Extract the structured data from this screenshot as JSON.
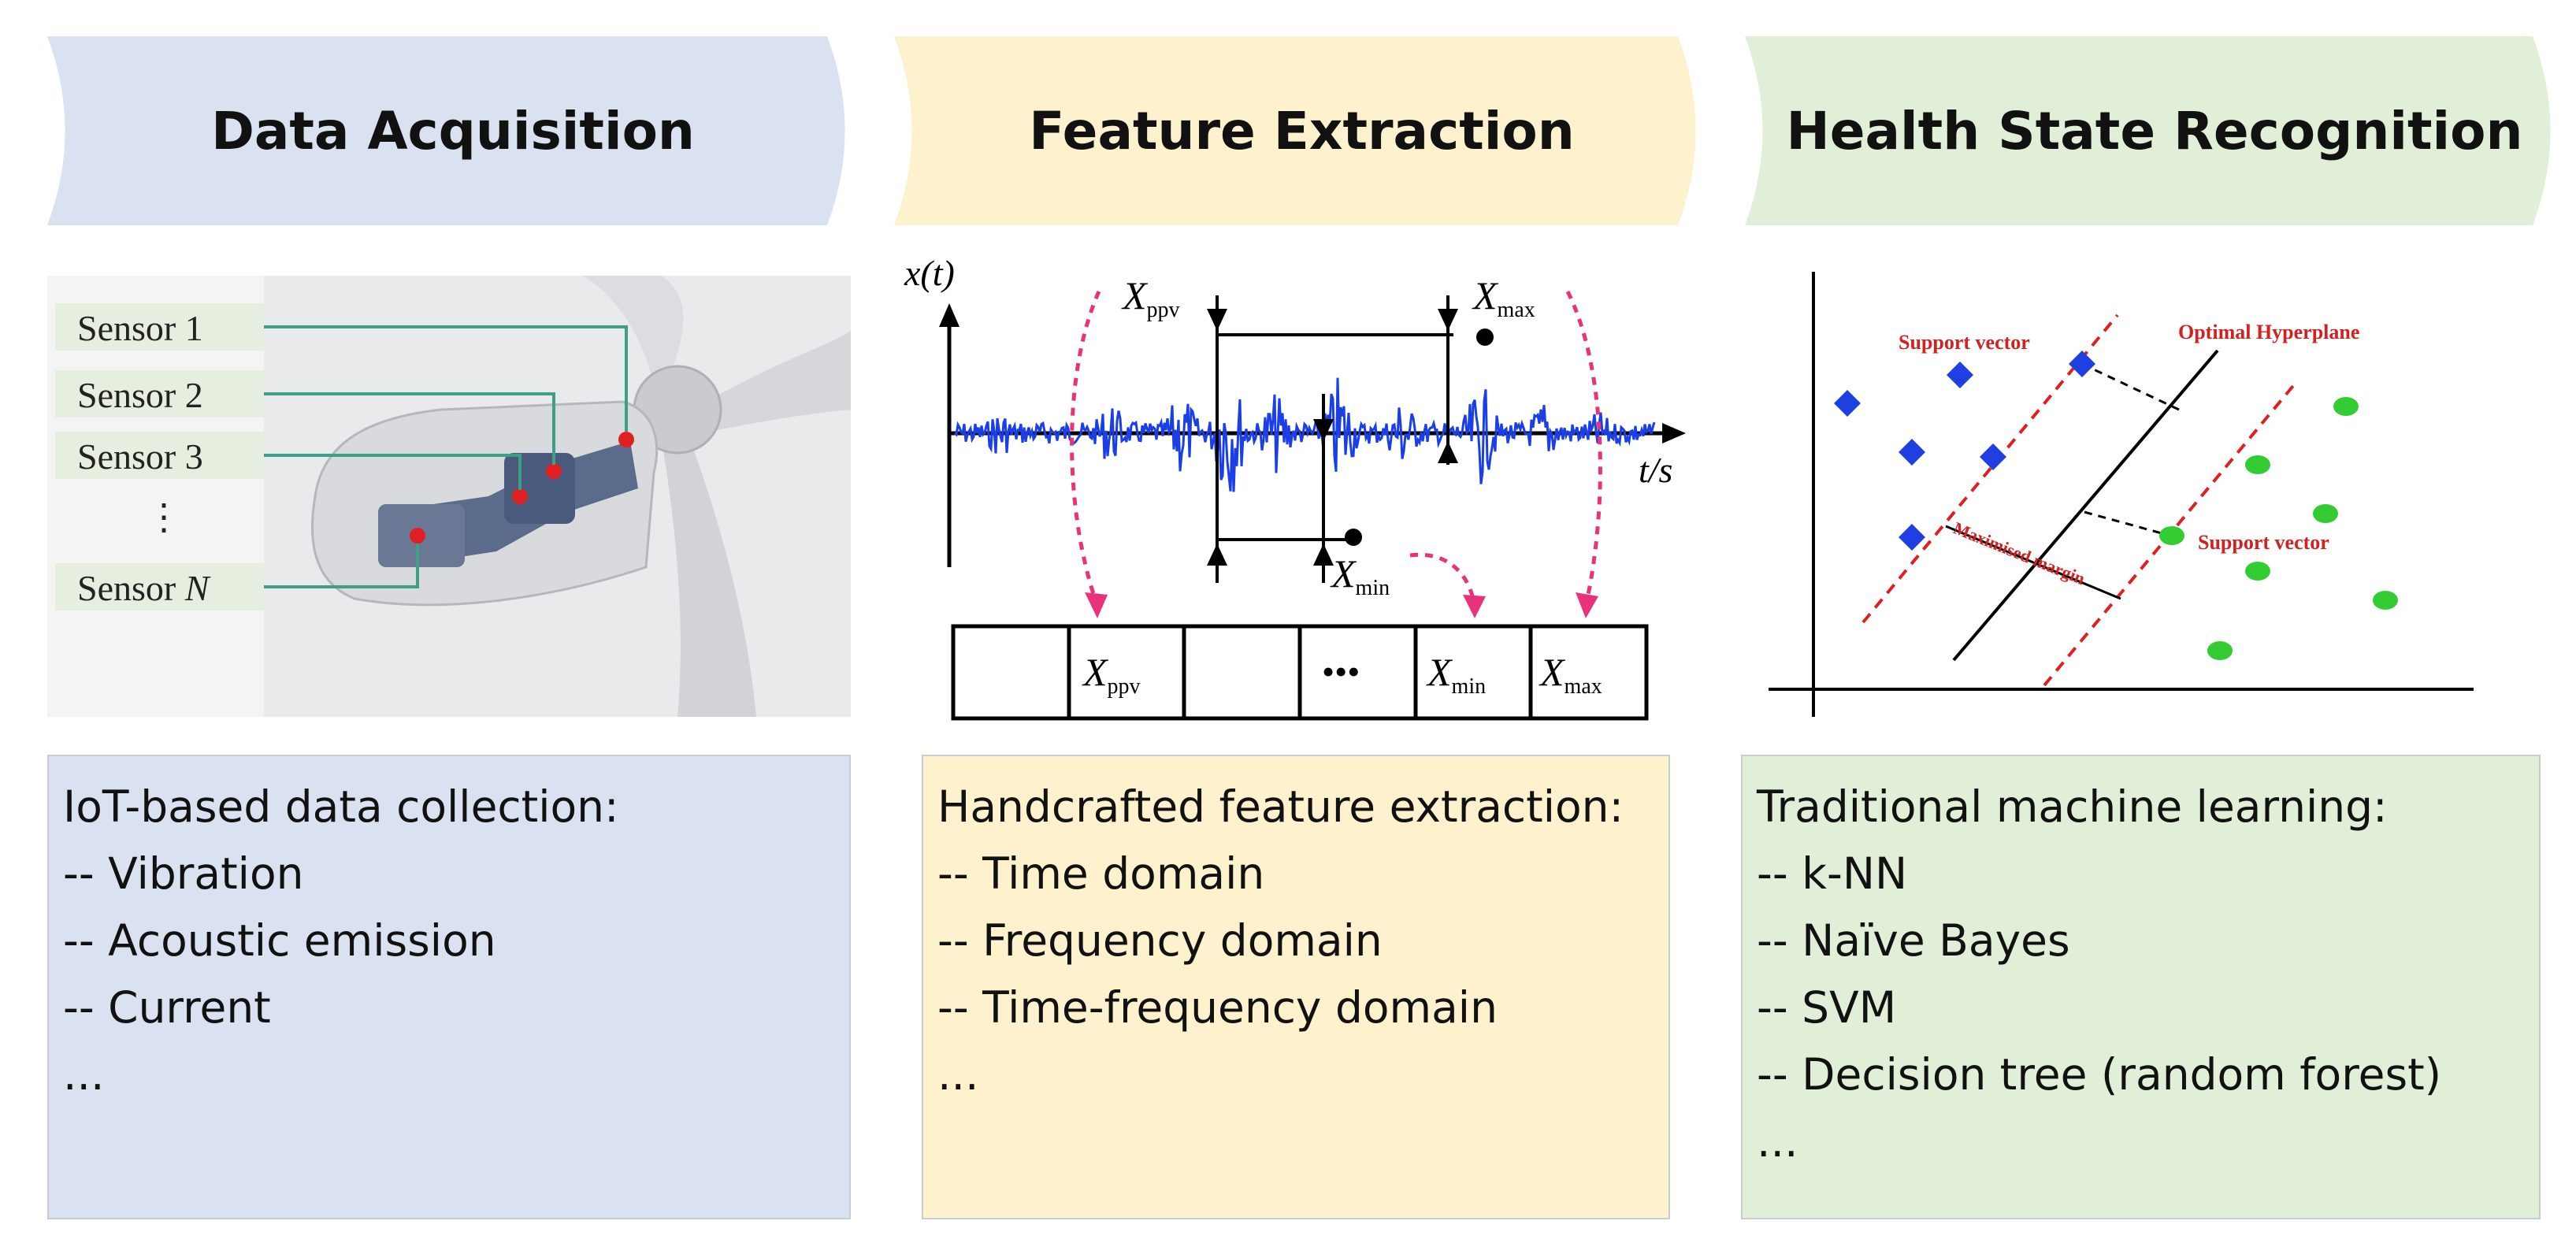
{
  "stages": [
    {
      "title": "Data Acquisition",
      "color": "#dae2f1",
      "description": {
        "heading": "IoT-based data collection:",
        "items": [
          "-- Vibration",
          "-- Acoustic emission",
          "-- Current",
          "..."
        ]
      }
    },
    {
      "title": "Feature Extraction",
      "color": "#fdf1ce",
      "description": {
        "heading": "Handcrafted feature extraction:",
        "items": [
          "-- Time domain",
          "-- Frequency domain",
          "-- Time-frequency domain",
          "..."
        ]
      }
    },
    {
      "title": "Health State Recognition",
      "color": "#e1efd9",
      "description": {
        "heading": "Traditional machine learning:",
        "items": [
          "-- k-NN",
          "-- Naïve Bayes",
          "-- SVM",
          "-- Decision tree (random forest)",
          "..."
        ]
      }
    }
  ],
  "sensor_figure": {
    "labels": [
      "Sensor 1",
      "Sensor 2",
      "Sensor 3",
      "⋮",
      "Sensor"
    ],
    "last_index": "N"
  },
  "signal_figure": {
    "y_axis": "x(t)",
    "x_axis": "t/s",
    "markers": {
      "ppv": "X",
      "ppv_sub": "ppv",
      "max": "X",
      "max_sub": "max",
      "min": "X",
      "min_sub": "min"
    },
    "feature_cells": [
      "",
      "X",
      "",
      "•••",
      "X",
      "X"
    ],
    "feature_subs": [
      "",
      "ppv",
      "",
      "",
      "min",
      "max"
    ]
  },
  "svm_figure": {
    "support_vector_top": "Support vector",
    "support_vector_right": "Support vector",
    "hyperplane": "Optimal Hyperplane",
    "margin": "Maximised margin",
    "class_a_color": "#1f3fe0",
    "class_b_color": "#33cc33",
    "label_color": "#d42020"
  }
}
